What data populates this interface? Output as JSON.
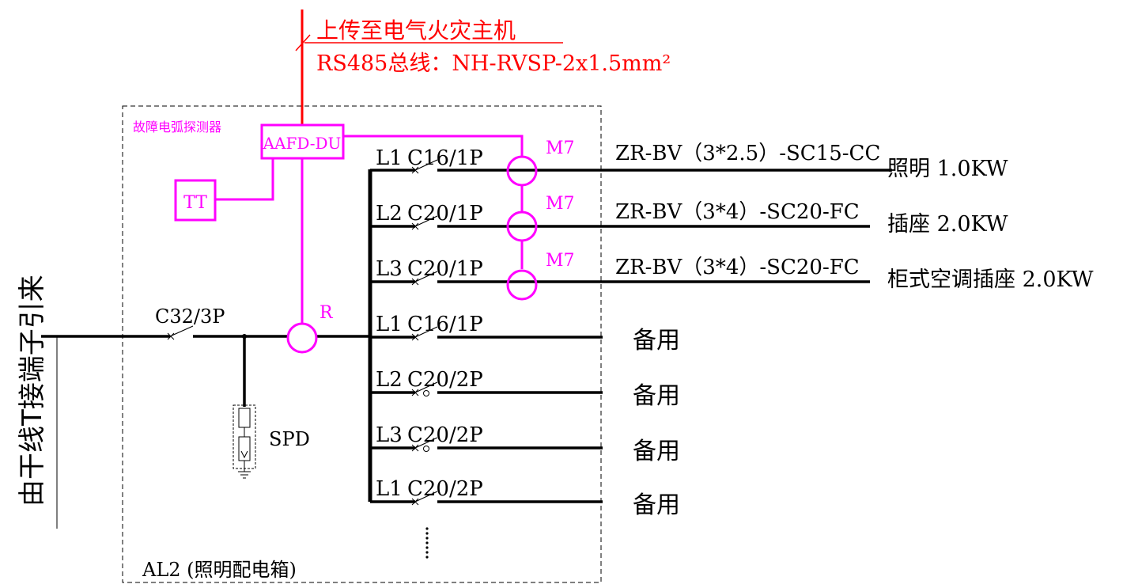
{
  "upload": {
    "line1": "上传至电气火灾主机",
    "line2": "RS485总线：NH-RVSP-2x1.5mm²"
  },
  "detector_label": "故障电弧探测器",
  "aafd_label": "AAFD-DU",
  "tt_label": "TT",
  "r_label": "R",
  "spd_label": "SPD",
  "incoming_label": "由干线T接端子引来",
  "main_breaker": "C32/3P",
  "box_label": "AL2 (照明配电箱)",
  "colors": {
    "magenta": "#ff00ff",
    "red": "#ff0000",
    "black": "#000000"
  },
  "circuits": [
    {
      "phase": "L1",
      "breaker": "C16/1P",
      "monitor": "M7",
      "cable": "ZR-BV（3*2.5）-SC15-CC",
      "load": "照明 1.0KW"
    },
    {
      "phase": "L2",
      "breaker": "C20/1P",
      "monitor": "M7",
      "cable": "ZR-BV（3*4）-SC20-FC",
      "load": "插座 2.0KW"
    },
    {
      "phase": "L3",
      "breaker": "C20/1P",
      "monitor": "M7",
      "cable": "ZR-BV（3*4）-SC20-FC",
      "load": "柜式空调插座 2.0KW"
    },
    {
      "phase": "L1",
      "breaker": "C16/1P",
      "load": "备用"
    },
    {
      "phase": "L2",
      "breaker": "C20/2P",
      "load": "备用"
    },
    {
      "phase": "L3",
      "breaker": "C20/2P",
      "load": "备用"
    },
    {
      "phase": "L1",
      "breaker": "C20/2P",
      "load": "备用"
    }
  ]
}
